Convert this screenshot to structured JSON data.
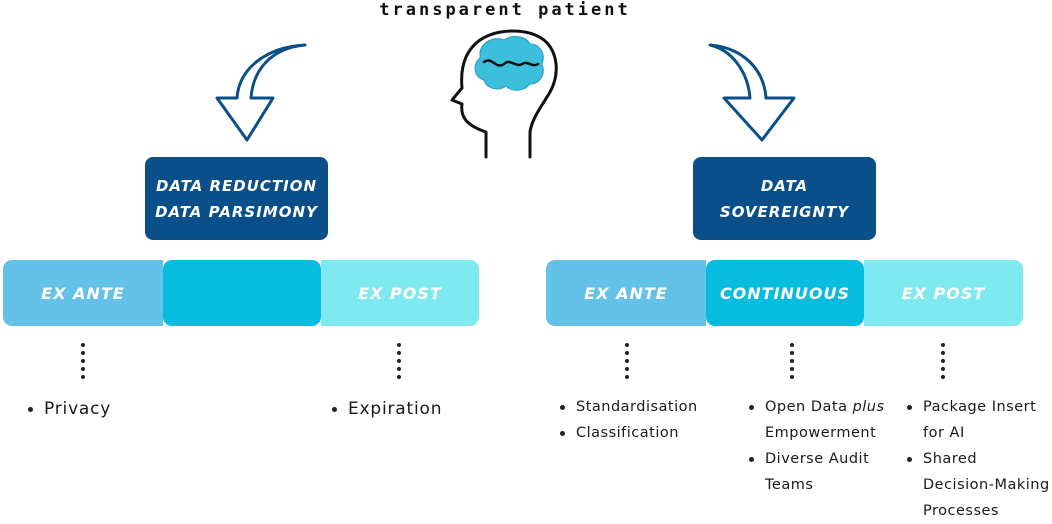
{
  "header": {
    "title": "transparent patient"
  },
  "left": {
    "box_lines": [
      "DATA REDUCTION",
      "DATA PARSIMONY"
    ],
    "segments": [
      "EX ANTE",
      "",
      "EX POST"
    ],
    "col1_items": [
      "Privacy"
    ],
    "col3_items": [
      "Expiration"
    ]
  },
  "right": {
    "box_lines": [
      "DATA",
      "SOVEREIGNTY"
    ],
    "segments": [
      "EX ANTE",
      "CONTINUOUS",
      "EX POST"
    ],
    "col1_items": [
      "Standardisation",
      "Classification"
    ],
    "col2_items": [
      {
        "pre": "Open Data ",
        "em": "plus",
        "post": "",
        "line2": "Empowerment"
      },
      {
        "pre": "Diverse Audit",
        "em": "",
        "post": "",
        "line2": "Teams"
      }
    ],
    "col3_items": [
      {
        "line1": "Package Insert",
        "line2": "for AI"
      },
      {
        "line1": "Shared",
        "line2": "Decision-Making",
        "line3": "Processes"
      }
    ]
  },
  "colors": {
    "dark_blue": "#0b4f8a",
    "seg_light_blue": "#64c2e8",
    "seg_cyan": "#06bde0",
    "seg_pale_cyan": "#7eeaf0",
    "brain": "#3bbfdc"
  },
  "icons": [
    "curved-arrow-icon",
    "head-brain-icon"
  ]
}
